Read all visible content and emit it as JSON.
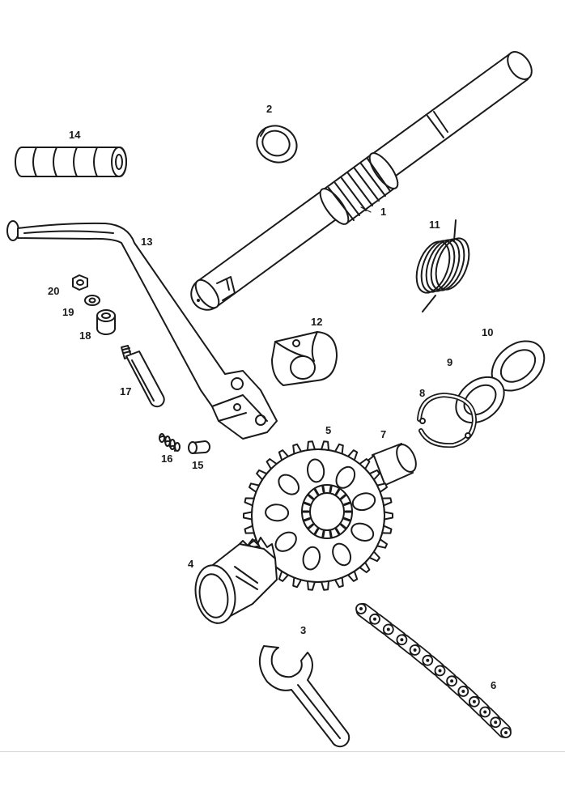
{
  "part_labels": {
    "p1": "1",
    "p2": "2",
    "p3": "3",
    "p4": "4",
    "p5": "5",
    "p6": "6",
    "p7": "7",
    "p8": "8",
    "p9": "9",
    "p10": "10",
    "p11": "11",
    "p12": "12",
    "p13": "13",
    "p14": "14",
    "p15": "15",
    "p16": "16",
    "p17": "17",
    "p18": "18",
    "p19": "19",
    "p20": "20"
  },
  "colors": {
    "line": "#1a1a1a",
    "fill": "#ffffff",
    "shade": "#e6e6e6",
    "background": "#ffffff"
  }
}
